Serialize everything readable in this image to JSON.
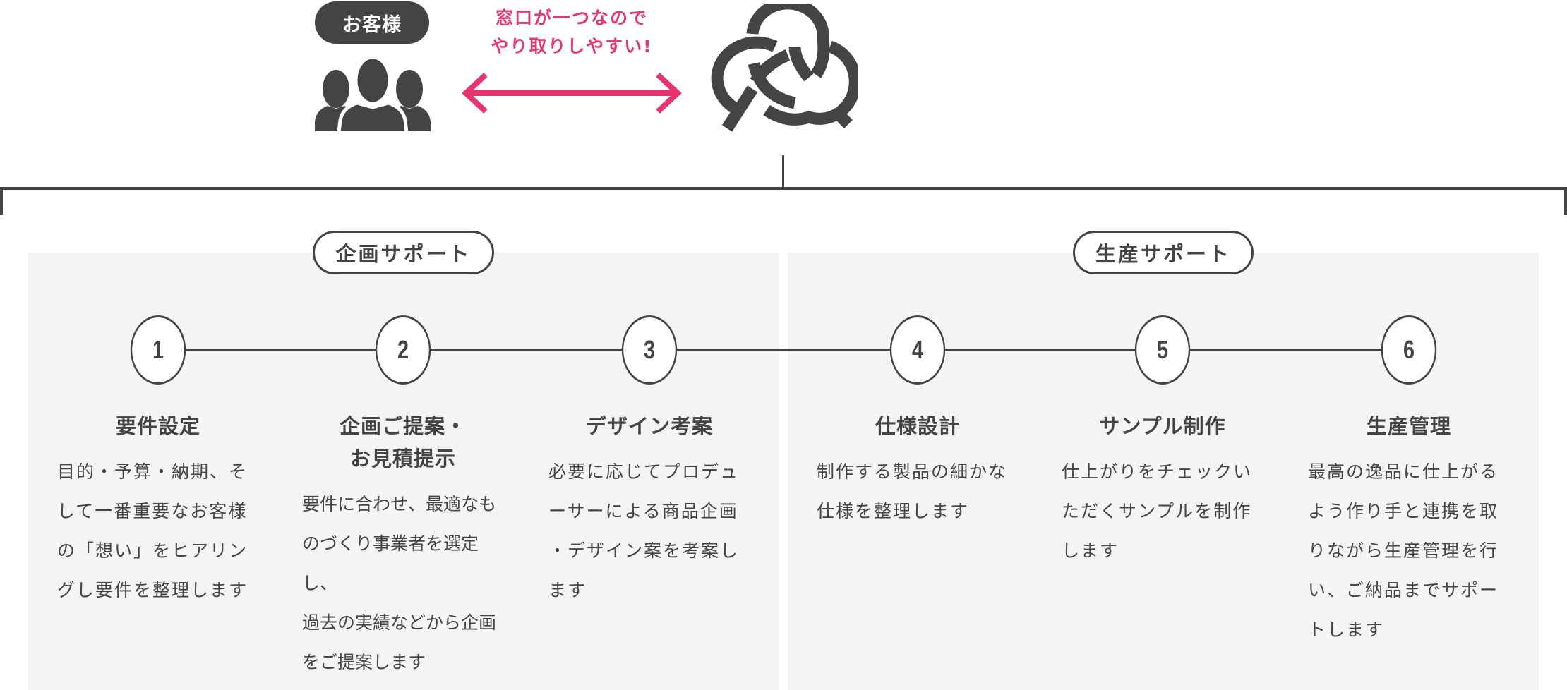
{
  "header": {
    "customer_label": "お客様",
    "catchphrase_line1": "窓口が一つなので",
    "catchphrase_line2": "やり取りしやすい!",
    "colors": {
      "accent": "#e8336d",
      "dark": "#444444",
      "panel": "#f4f4f4"
    },
    "icons": [
      "people-group-icon",
      "double-arrow-icon",
      "knot-logo-icon"
    ]
  },
  "sections": [
    {
      "label": "企画サポート"
    },
    {
      "label": "生産サポート"
    }
  ],
  "steps": [
    {
      "number": "1",
      "title": "要件設定",
      "body": "目的・予算・納期、そ\nして一番重要なお客様\nの「想い」をヒアリン\nグし要件を整理します"
    },
    {
      "number": "2",
      "title": "企画ご提案・\nお見積提示",
      "body": "要件に合わせ、最適なも\nのづくり事業者を選定し、\n過去の実績などから企画\nをご提案します"
    },
    {
      "number": "3",
      "title": "デザイン考案",
      "body": "必要に応じてプロデュ\nーサーによる商品企画\n・デザイン案を考案し\nます"
    },
    {
      "number": "4",
      "title": "仕様設計",
      "body": "制作する製品の細かな\n仕様を整理します"
    },
    {
      "number": "5",
      "title": "サンプル制作",
      "body": "仕上がりをチェックい\nただくサンプルを制作\nします"
    },
    {
      "number": "6",
      "title": "生産管理",
      "body": "最高の逸品に仕上がる\nよう作り手と連携を取\nりながら生産管理を行\nい、ご納品までサポー\nトします"
    }
  ]
}
